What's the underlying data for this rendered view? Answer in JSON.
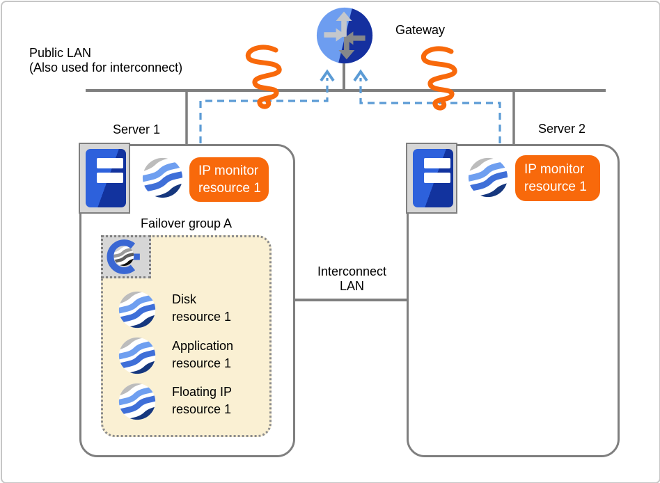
{
  "diagram": {
    "public_lan_label": "Public LAN",
    "public_lan_sublabel": "(Also used for interconnect)",
    "gateway_label": "Gateway",
    "interconnect_label_line1": "Interconnect",
    "interconnect_label_line2": "LAN"
  },
  "server1": {
    "label": "Server 1",
    "monitor": {
      "icon": "cluster-resource-sphere-icon",
      "badge_line1": "IP monitor",
      "badge_line2": "resource 1"
    },
    "failover_group": {
      "label": "Failover group A",
      "icon": "failover-group-icon",
      "resources": [
        {
          "icon": "cluster-resource-sphere-icon",
          "line1": "Disk",
          "line2": "resource 1"
        },
        {
          "icon": "cluster-resource-sphere-icon",
          "line1": "Application",
          "line2": "resource 1"
        },
        {
          "icon": "cluster-resource-sphere-icon",
          "line1": "Floating IP",
          "line2": "resource 1"
        }
      ]
    }
  },
  "server2": {
    "label": "Server 2",
    "monitor": {
      "icon": "cluster-resource-sphere-icon",
      "badge_line1": "IP monitor",
      "badge_line2": "resource 1"
    }
  },
  "colors": {
    "monitor_badge_orange": "#F8690B",
    "tornado_orange": "#F8690B",
    "dashed_arrow_blue": "#5B9BD5",
    "line_gray": "#7F7F7F",
    "failover_group_fill": "#FAF0D3",
    "gateway_light_blue": "#6D9DF0",
    "gateway_dark_blue": "#15309F",
    "server_tower_blue": "#2D61DC",
    "sphere_navy": "#16377E"
  }
}
